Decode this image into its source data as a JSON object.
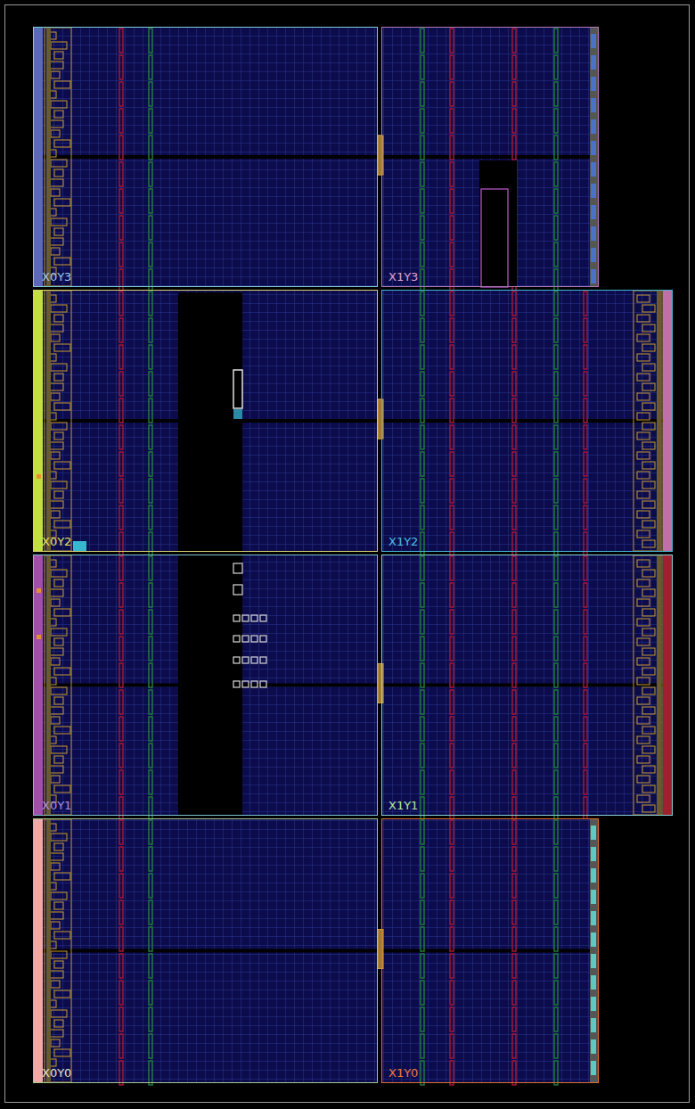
{
  "diagram": {
    "nodes": [
      {
        "text": [
          "X0Y3"
        ]
      },
      {
        "text": [
          "X1Y3"
        ]
      },
      {
        "text": [
          "X0Y2"
        ]
      },
      {
        "text": [
          "X1Y2"
        ]
      },
      {
        "text": [
          "X0Y1"
        ]
      },
      {
        "text": [
          "X1Y1"
        ]
      },
      {
        "text": [
          "X0Y0"
        ]
      },
      {
        "text": [
          "X1Y0"
        ]
      }
    ]
  }
}
